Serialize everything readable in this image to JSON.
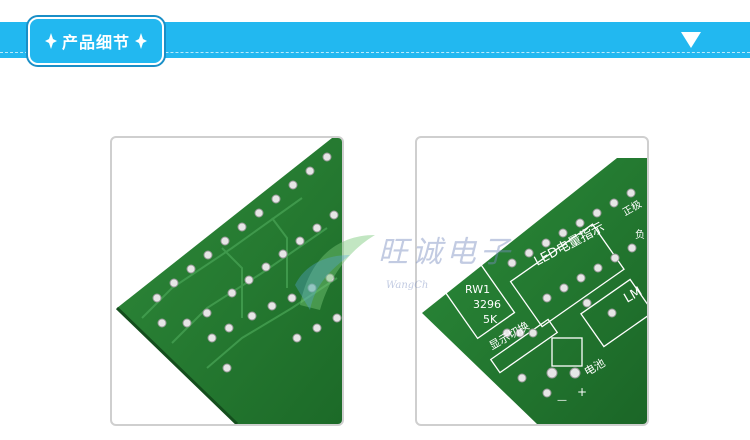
{
  "header": {
    "title": "产品细节",
    "accent_color": "#22b8f0",
    "arrow_icon": "triangle-down-icon"
  },
  "watermark": {
    "chinese": "旺诚电子",
    "english": "WangCh"
  },
  "photos": {
    "right": {
      "label_led": "LED电量指示",
      "label_rw1": "RW1",
      "label_3296": "3296",
      "label_5k": "5K",
      "label_display": "显示切换",
      "label_battery": "电池",
      "label_pos": "正极",
      "label_neg": "负",
      "label_plus": "+",
      "label_minus": "—",
      "label_lm": "LM"
    }
  }
}
